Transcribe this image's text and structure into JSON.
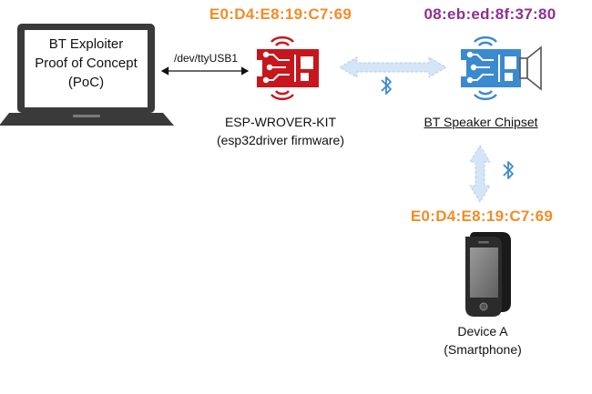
{
  "laptop": {
    "line1": "BT Exploiter",
    "line2": "Proof of Concept",
    "line3": "(PoC)"
  },
  "serial_link": {
    "label": "/dev/ttyUSB1"
  },
  "esp_board": {
    "mac": "E0:D4:E8:19:C7:69",
    "name": "ESP-WROVER-KIT",
    "firmware": "(esp32driver firmware)",
    "color": "#c8161d"
  },
  "speaker": {
    "mac": "08:eb:ed:8f:37:80",
    "name": "BT Speaker Chipset",
    "color": "#3b8ad0"
  },
  "phone": {
    "mac": "E0:D4:E8:19:C7:69",
    "name": "Device A",
    "sub": "(Smartphone)"
  },
  "colors": {
    "spoofed_mac": "#f28c28",
    "speaker_mac": "#8e2f92",
    "bt_link": "#d3e5f6",
    "bt_icon": "#3b8ad0"
  },
  "icons": {
    "bluetooth": "bluetooth-icon",
    "chip": "chip-icon",
    "laptop": "laptop-icon",
    "phone": "smartphone-icon",
    "speaker": "speaker-icon"
  }
}
